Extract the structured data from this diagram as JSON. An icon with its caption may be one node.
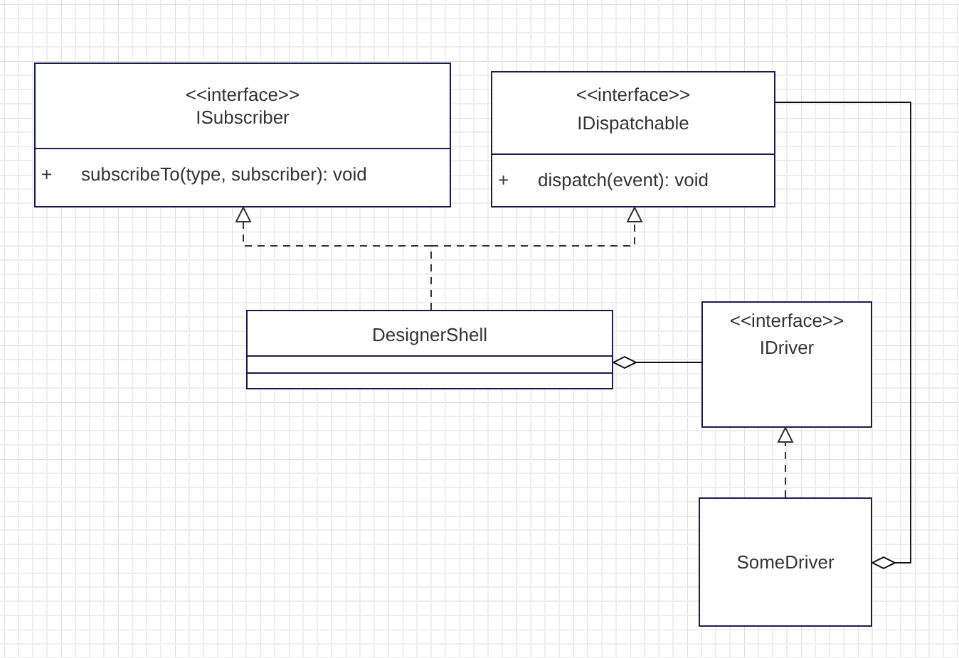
{
  "diagram": {
    "nodes": [
      {
        "text": [
          "<<interface>>",
          "ISubscriber",
          "+",
          "subscribeTo(type, subscriber): void"
        ]
      },
      {
        "text": [
          "<<interface>>",
          "IDispatchable",
          "+",
          "dispatch(event): void"
        ]
      },
      {
        "text": [
          "DesignerShell"
        ]
      },
      {
        "text": [
          "<<interface>>",
          "IDriver"
        ]
      },
      {
        "text": [
          "SomeDriver"
        ]
      }
    ],
    "edges": [
      {
        "from": 2,
        "to": 0,
        "arrow": "to",
        "style": "dashed"
      },
      {
        "from": 2,
        "to": 1,
        "arrow": "to",
        "style": "dashed"
      },
      {
        "from": 3,
        "to": 2,
        "arrow": "other"
      },
      {
        "from": 4,
        "to": 3,
        "arrow": "to",
        "style": "dashed"
      },
      {
        "from": 1,
        "to": 4,
        "arrow": "other"
      }
    ]
  }
}
